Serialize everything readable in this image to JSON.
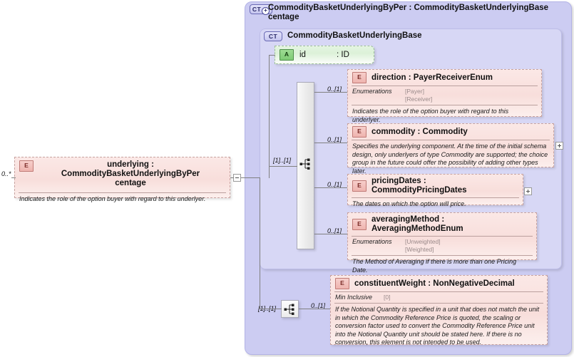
{
  "diagram": {
    "kind": "xsd-element-diagram",
    "colors": {
      "complex_type_outer_bg": "#ccccf2",
      "complex_type_inner_bg": "#d7d7f5",
      "element_bg": "#f8dedb",
      "attribute_bg": "#dcf1d8",
      "line": "#808080",
      "facet_value": "#9a8a8a"
    }
  },
  "root_element": {
    "badge": "E",
    "name": "underlying",
    "type": "CommodityBasketUnderlyingByPercentage",
    "name_line1": "underlying  : CommodityBasketUnderlyingByPer",
    "name_line2": "centage",
    "occurrence": "0..*",
    "documentation": "Indicates the role of the option buyer with regard to this underlyer.",
    "toggle": "collapse"
  },
  "outer_complex_type": {
    "badge": "CT",
    "badge_modifier": "+",
    "title_line1": "CommodityBasketUnderlyingByPer : CommodityBasketUnderlyingBase",
    "title_line2": "centage"
  },
  "inner_complex_type": {
    "badge": "CT",
    "title": "CommodityBasketUnderlyingBase"
  },
  "attribute": {
    "badge": "A",
    "name": "id",
    "type": ": ID"
  },
  "compositors": [
    {
      "id": "sequence-main",
      "icon": "sequence-icon",
      "occurrence": "[1]..[1]"
    },
    {
      "id": "sequence-bottom",
      "icon": "sequence-icon",
      "occurrence": "[1]..[1]"
    }
  ],
  "elements": [
    {
      "badge": "E",
      "name": "direction : PayerReceiverEnum",
      "occurrence": "0..[1]",
      "facet": {
        "label": "Enumerations",
        "values": [
          "[Payer]",
          "[Receiver]"
        ]
      },
      "documentation": "Indicates the role of the option buyer with regard to this underlyer.",
      "toggle": null
    },
    {
      "badge": "E",
      "name": "commodity : Commodity",
      "occurrence": "0..[1]",
      "facet": null,
      "documentation": "Specifies the underlying component. At the time of the initial schema design, only underlyers of type Commodity are supported; the choice group in the future could offer the possibility of adding other types later.",
      "toggle": "expand"
    },
    {
      "badge": "E",
      "name": "pricingDates : CommodityPricingDates",
      "occurrence": "0..[1]",
      "facet": null,
      "documentation": "The dates on which the option will price.",
      "toggle": "expand"
    },
    {
      "badge": "E",
      "name": "averagingMethod : AveragingMethodEnum",
      "occurrence": "0..[1]",
      "facet": {
        "label": "Enumerations",
        "values": [
          "[Unweighted]",
          "[Weighted]"
        ]
      },
      "documentation": "The Method of Averaging if there is more than one Pricing Date.",
      "toggle": null
    },
    {
      "badge": "E",
      "name": "constituentWeight : NonNegativeDecimal",
      "occurrence": "0..[1]",
      "facet": {
        "label": "Min Inclusive",
        "values": [
          "[0]"
        ]
      },
      "documentation": "If the Notional Quantity is specified in a unit that does not match the unit in which the Commodity Reference Price is quoted, the scaling or conversion factor used to convert the Commodity Reference Price unit into the Notional Quantity unit should be stated here. If there is no conversion, this element is not intended to be used.",
      "toggle": null
    }
  ]
}
